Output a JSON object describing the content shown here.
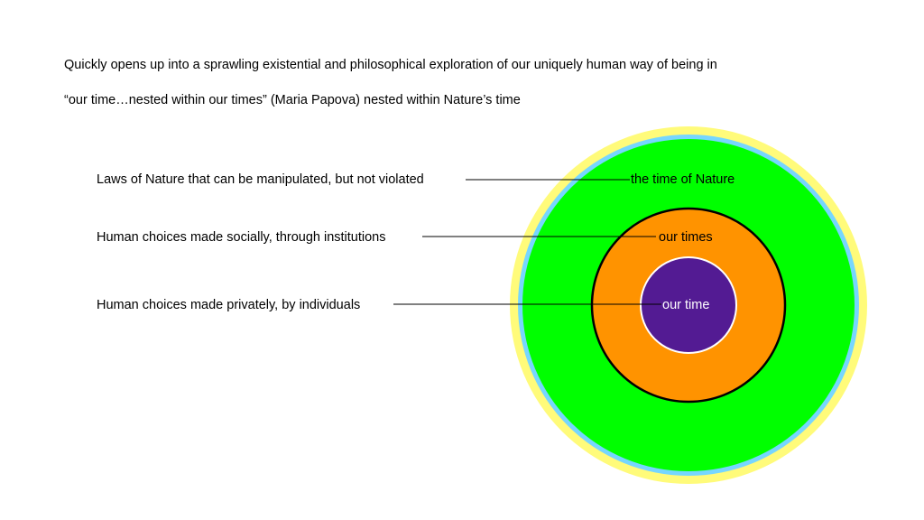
{
  "intro": {
    "line1": "Quickly opens up into a sprawling existential and philosophical exploration of our uniquely human way of being in",
    "line2": "“our time…nested within our times” (Maria Papova) nested within Nature’s time"
  },
  "annotations": [
    {
      "label": "Laws of Nature that can be manipulated, but not violated"
    },
    {
      "label": "Human choices made socially, through institutions"
    },
    {
      "label": "Human choices made privately, by individuals"
    }
  ],
  "circles": [
    {
      "label": "the time of Nature",
      "color": "#00ff00"
    },
    {
      "label": "our times",
      "color": "#ff9300"
    },
    {
      "label": "our time",
      "color": "#531b93"
    }
  ],
  "colors": {
    "outer_glow": "#fffb7a",
    "outer_ring": "#76d6ff"
  }
}
